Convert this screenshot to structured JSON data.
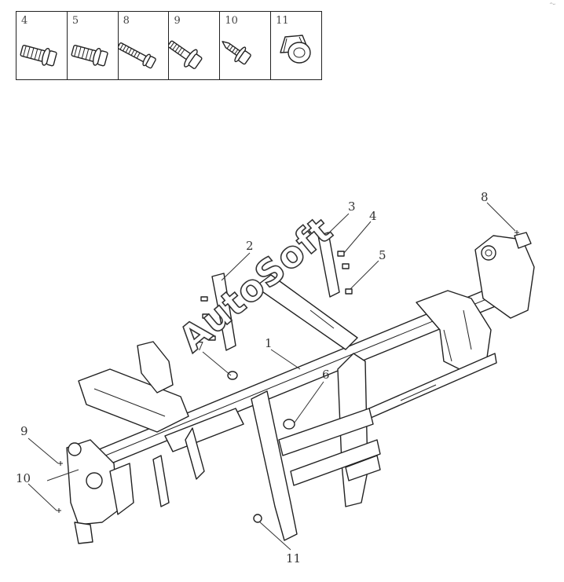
{
  "legend": {
    "parts": [
      {
        "number": "4",
        "icon": "flange-bolt-short-icon"
      },
      {
        "number": "5",
        "icon": "flange-bolt-short-icon"
      },
      {
        "number": "8",
        "icon": "long-hex-bolt-icon"
      },
      {
        "number": "9",
        "icon": "washer-bolt-icon"
      },
      {
        "number": "10",
        "icon": "tapping-screw-icon"
      },
      {
        "number": "11",
        "icon": "plastic-clip-icon"
      }
    ]
  },
  "callouts": [
    "1",
    "2",
    "3",
    "4",
    "5",
    "6",
    "7",
    "8",
    "9",
    "10",
    "11"
  ],
  "watermark": "AutoSoft",
  "corner_mark": "ᵔᵕ"
}
